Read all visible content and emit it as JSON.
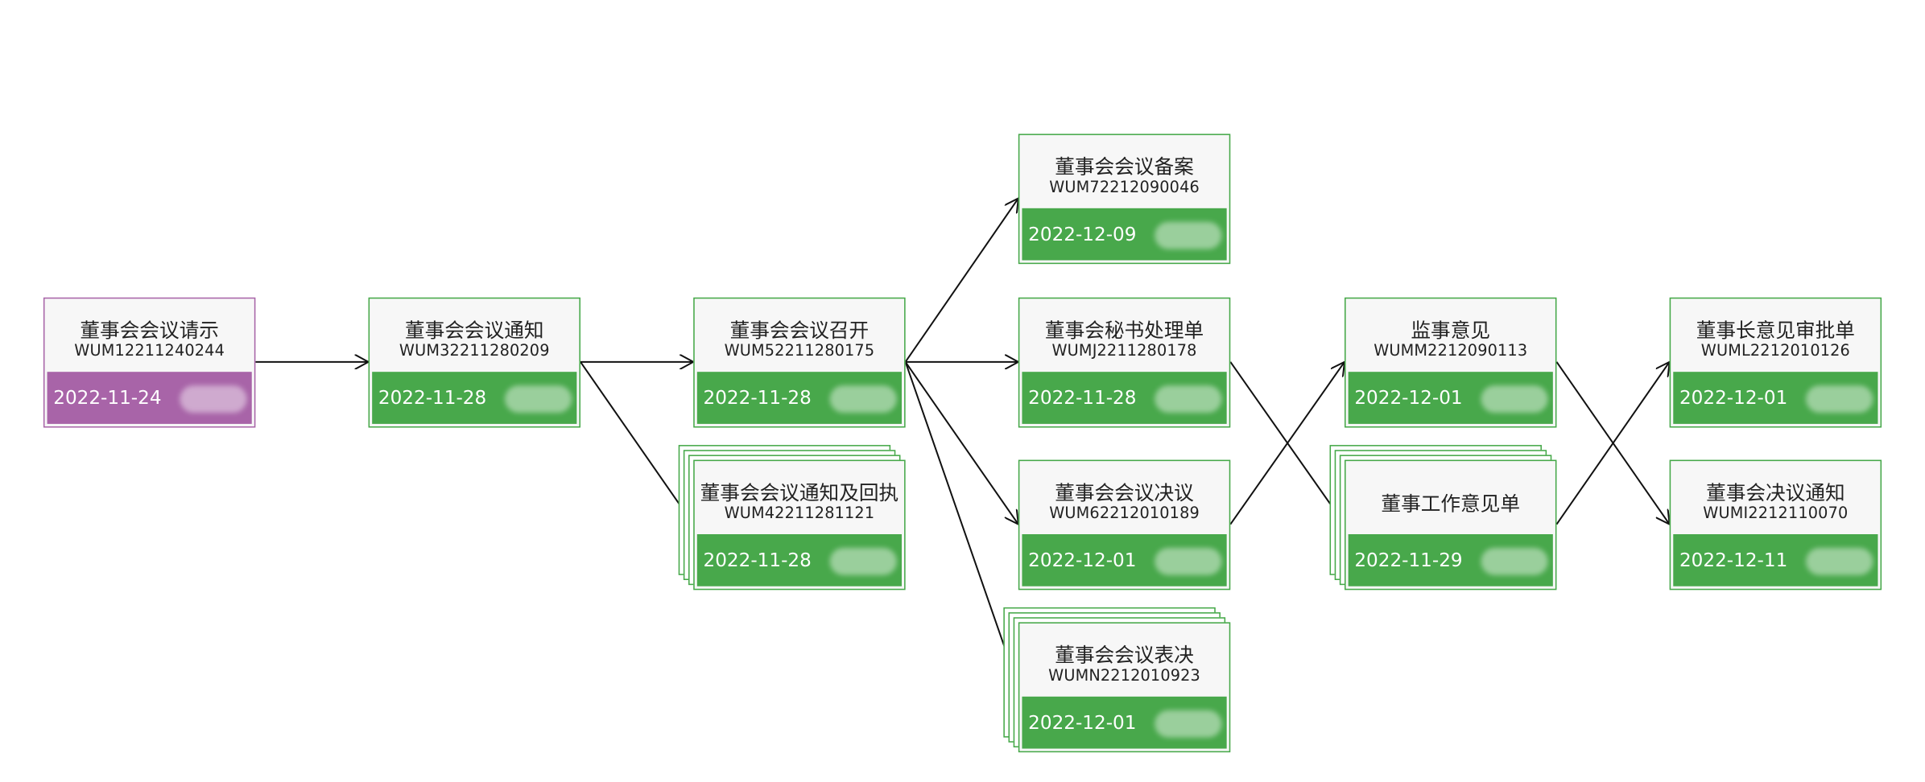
{
  "colors": {
    "green": "#48a84b",
    "purple": "#a864a8",
    "arrow": "#111111"
  },
  "nodes": [
    {
      "id": "n1",
      "title": "董事会会议请示",
      "code": "WUM12211240244",
      "date": "2022-11-24",
      "color": "purple",
      "stacked": false
    },
    {
      "id": "n2",
      "title": "董事会会议通知",
      "code": "WUM32211280209",
      "date": "2022-11-28",
      "color": "green",
      "stacked": false
    },
    {
      "id": "n3",
      "title": "董事会会议召开",
      "code": "WUM52211280175",
      "date": "2022-11-28",
      "color": "green",
      "stacked": false
    },
    {
      "id": "n4",
      "title": "董事会会议通知及回执",
      "code": "WUM42211281121",
      "date": "2022-11-28",
      "color": "green",
      "stacked": true
    },
    {
      "id": "n5",
      "title": "董事会会议备案",
      "code": "WUM72212090046",
      "date": "2022-12-09",
      "color": "green",
      "stacked": false
    },
    {
      "id": "n6",
      "title": "董事会秘书处理单",
      "code": "WUMJ2211280178",
      "date": "2022-11-28",
      "color": "green",
      "stacked": false
    },
    {
      "id": "n7",
      "title": "董事会会议决议",
      "code": "WUM62212010189",
      "date": "2022-12-01",
      "color": "green",
      "stacked": false
    },
    {
      "id": "n8",
      "title": "董事会会议表决",
      "code": "WUMN2212010923",
      "date": "2022-12-01",
      "color": "green",
      "stacked": true
    },
    {
      "id": "n9",
      "title": "监事意见",
      "code": "WUMM2212090113",
      "date": "2022-12-01",
      "color": "green",
      "stacked": false
    },
    {
      "id": "n10",
      "title": "董事工作意见单",
      "code": "",
      "date": "2022-11-29",
      "color": "green",
      "stacked": true
    },
    {
      "id": "n11",
      "title": "董事长意见审批单",
      "code": "WUML2212010126",
      "date": "2022-12-01",
      "color": "green",
      "stacked": false
    },
    {
      "id": "n12",
      "title": "董事会决议通知",
      "code": "WUMI2212110070",
      "date": "2022-12-11",
      "color": "green",
      "stacked": false
    }
  ],
  "edges": [
    {
      "from": "n1",
      "to": "n2"
    },
    {
      "from": "n2",
      "to": "n3"
    },
    {
      "from": "n2",
      "to": "n4"
    },
    {
      "from": "n3",
      "to": "n5"
    },
    {
      "from": "n3",
      "to": "n6"
    },
    {
      "from": "n3",
      "to": "n7"
    },
    {
      "from": "n3",
      "to": "n8"
    },
    {
      "from": "n6",
      "to": "n10"
    },
    {
      "from": "n7",
      "to": "n9"
    },
    {
      "from": "n10",
      "to": "n11"
    },
    {
      "from": "n9",
      "to": "n12"
    }
  ]
}
